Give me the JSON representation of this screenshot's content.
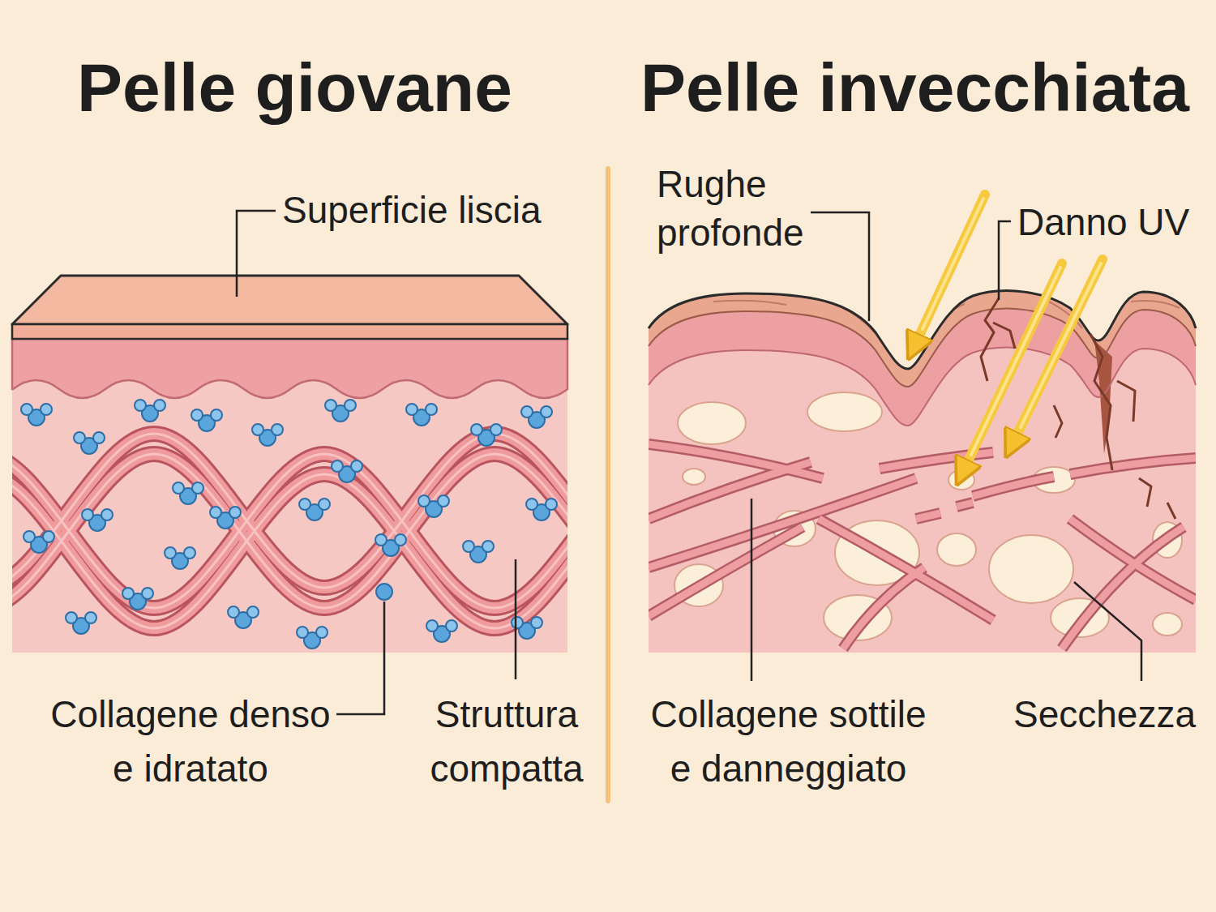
{
  "diagram": {
    "labels": [
      "Pelle giovane",
      "Pelle invecchiata",
      "Superficie liscia",
      "Rughe profonde",
      "Danno UV",
      "Collagene denso e idratato",
      "Struttura compatta",
      "Collagene sottile e danneggiato",
      "Secchezza"
    ]
  }
}
